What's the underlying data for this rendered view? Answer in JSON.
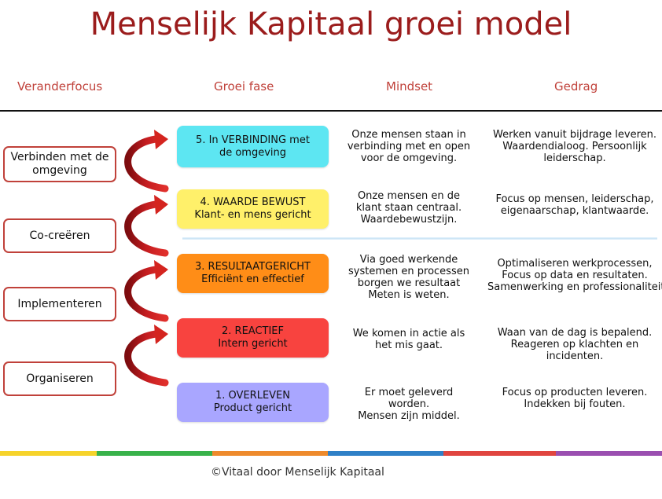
{
  "title": "Menselijk Kapitaal groei model",
  "headers": {
    "veranderfocus": "Veranderfocus",
    "groeifase": "Groei fase",
    "mindset": "Mindset",
    "gedrag": "Gedrag"
  },
  "focus": [
    {
      "label": "Verbinden met de omgeving"
    },
    {
      "label": "Co-creëren"
    },
    {
      "label": "Implementeren"
    },
    {
      "label": "Organiseren"
    }
  ],
  "phases": [
    {
      "line1": "5. In VERBINDING met",
      "line2": "de omgeving",
      "color": "#5de6f2",
      "mindset": [
        "Onze mensen staan in",
        "verbinding met en open",
        "voor de omgeving."
      ],
      "gedrag": [
        "Werken vanuit bijdrage leveren.",
        "Waardendialoog. Persoonlijk",
        "leiderschap."
      ]
    },
    {
      "line1": "4. WAARDE BEWUST",
      "line2": "Klant- en mens gericht",
      "color": "#fff06a",
      "mindset": [
        "Onze mensen en de",
        "klant staan centraal.",
        "Waardebewustzijn."
      ],
      "gedrag": [
        "Focus op mensen, leiderschap,",
        "eigenaarschap, klantwaarde."
      ]
    },
    {
      "line1": "3. RESULTAATGERICHT",
      "line2": "Efficiënt en effectief",
      "color": "#ff8d17",
      "mindset": [
        "Via goed werkende",
        "systemen en processen",
        "borgen we resultaat",
        "Meten is weten."
      ],
      "gedrag": [
        "Optimaliseren werkprocessen,",
        "Focus op data en resultaten.",
        "Samenwerking en professionaliteit."
      ]
    },
    {
      "line1": "2. REACTIEF",
      "line2": "Intern gericht",
      "color": "#f8433f",
      "mindset": [
        "We komen in actie als",
        "het mis gaat."
      ],
      "gedrag": [
        "Waan van de dag is bepalend.",
        "Reageren op klachten en",
        "incidenten."
      ]
    },
    {
      "line1": "1. OVERLEVEN",
      "line2": "Product gericht",
      "color": "#a9a6ff",
      "mindset": [
        "Er moet geleverd",
        "worden.",
        "Mensen zijn middel."
      ],
      "gedrag": [
        "Focus op producten leveren.",
        "Indekken bij fouten."
      ]
    }
  ],
  "footer": "©Vitaal door Menselijk Kapitaal",
  "colors": {
    "title": "#9b1c1c",
    "accent": "#c0413a",
    "arrow": "#b8171b",
    "bar": [
      "#f6d32b",
      "#38b24a",
      "#ee8a2c",
      "#2f80c7",
      "#e0453f",
      "#9a4fb0"
    ]
  }
}
